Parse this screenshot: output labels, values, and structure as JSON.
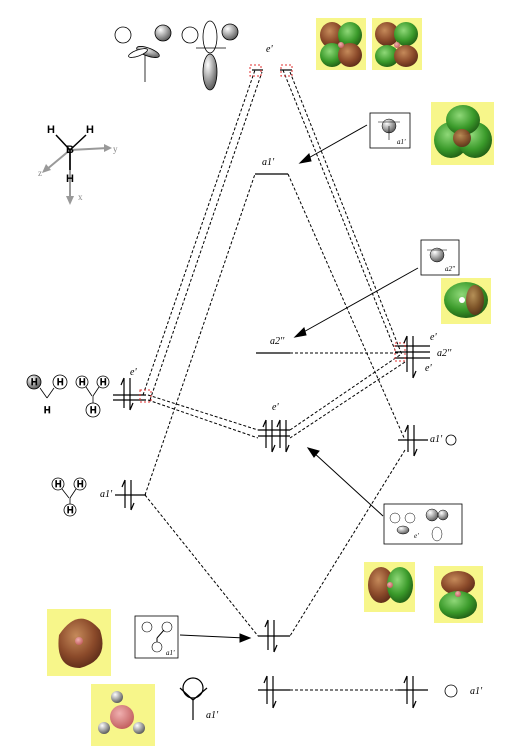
{
  "levels": {
    "center_e_top": "e'",
    "center_a1_top": "a1'",
    "center_a2": "a2''",
    "center_e_mid": "e'",
    "left_e": "e'",
    "left_a1": "a1'",
    "right_e": "e'",
    "right_a2": "a2''",
    "right_a1": "a1'",
    "bottom_left": "a1'",
    "bottom_right": "a1'",
    "bottom_box_sub": "a1'",
    "mid_box_sub": "e'",
    "top_box_sub": "a1'",
    "a2_box_sub": "a2''"
  },
  "axes": {
    "x": "x",
    "y": "y",
    "z": "z"
  },
  "atoms": {
    "boron": "B",
    "hydrogen": "H"
  }
}
